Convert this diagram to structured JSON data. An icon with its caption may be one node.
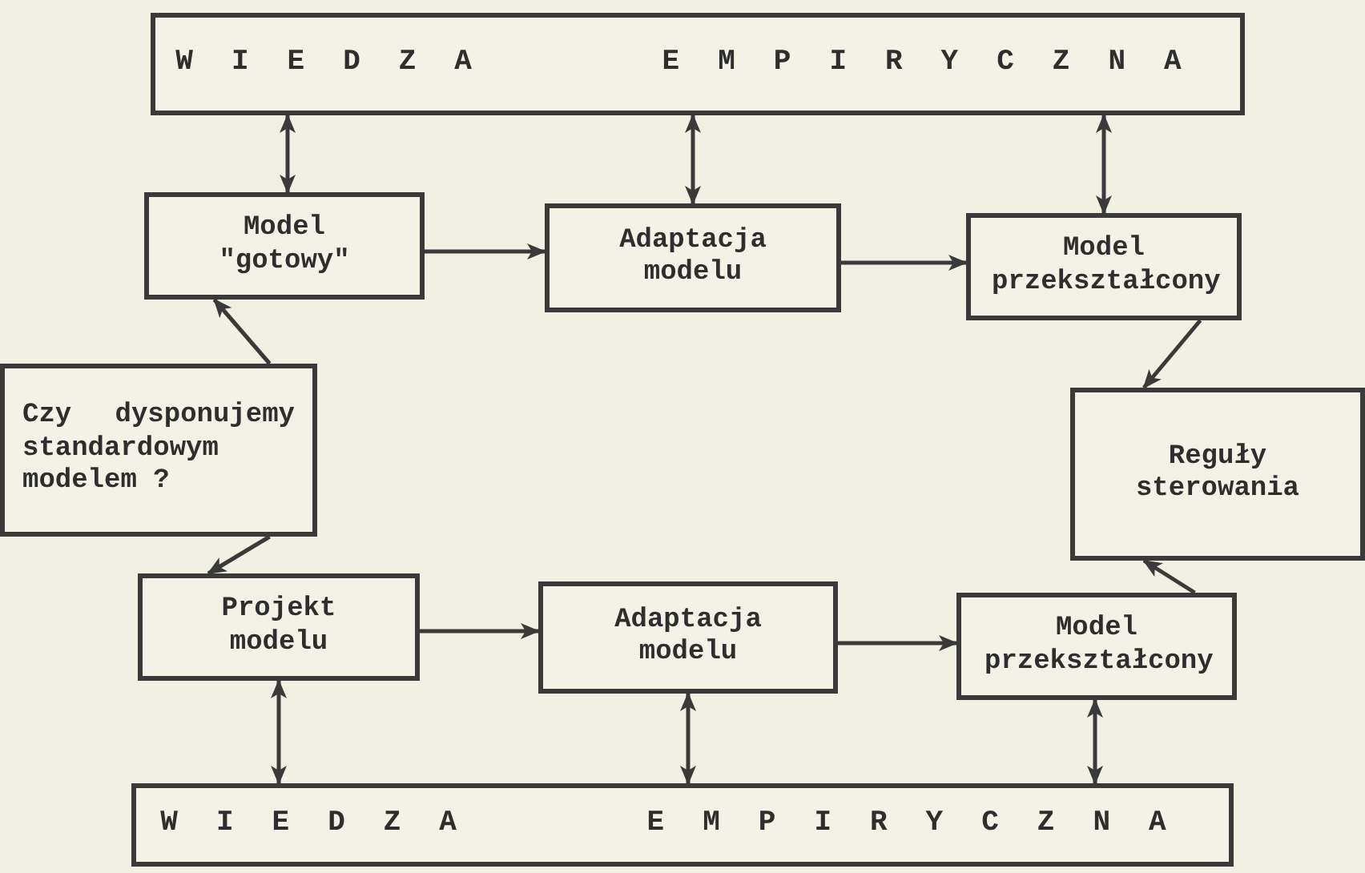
{
  "diagram": {
    "nodes": [
      {
        "text": [
          "WIEDZA EMPIRYCZNA"
        ]
      },
      {
        "text": [
          "Model \"gotowy\""
        ]
      },
      {
        "text": [
          "Adaptacja modelu"
        ]
      },
      {
        "text": [
          "Model przekształcony"
        ]
      },
      {
        "text": [
          "Czy dysponujemy standardowym modelem ?"
        ]
      },
      {
        "text": [
          "Reguły sterowania"
        ]
      },
      {
        "text": [
          "Projekt modelu"
        ]
      },
      {
        "text": [
          "Adaptacja modelu"
        ]
      },
      {
        "text": [
          "Model przekształcony"
        ]
      },
      {
        "text": [
          "WIEDZA EMPIRYCZNA"
        ]
      }
    ],
    "edges": [
      {
        "from": 0,
        "to": 1,
        "arrow": "both"
      },
      {
        "from": 0,
        "to": 2,
        "arrow": "both"
      },
      {
        "from": 0,
        "to": 3,
        "arrow": "both"
      },
      {
        "from": 1,
        "to": 2,
        "arrow": "to"
      },
      {
        "from": 2,
        "to": 3,
        "arrow": "to"
      },
      {
        "from": 3,
        "to": 5,
        "arrow": "to"
      },
      {
        "from": 4,
        "to": 1,
        "arrow": "to"
      },
      {
        "from": 4,
        "to": 6,
        "arrow": "to"
      },
      {
        "from": 6,
        "to": 7,
        "arrow": "to"
      },
      {
        "from": 7,
        "to": 8,
        "arrow": "to"
      },
      {
        "from": 8,
        "to": 5,
        "arrow": "to"
      },
      {
        "from": 6,
        "to": 9,
        "arrow": "both"
      },
      {
        "from": 7,
        "to": 9,
        "arrow": "both"
      },
      {
        "from": 8,
        "to": 9,
        "arrow": "both"
      }
    ]
  }
}
